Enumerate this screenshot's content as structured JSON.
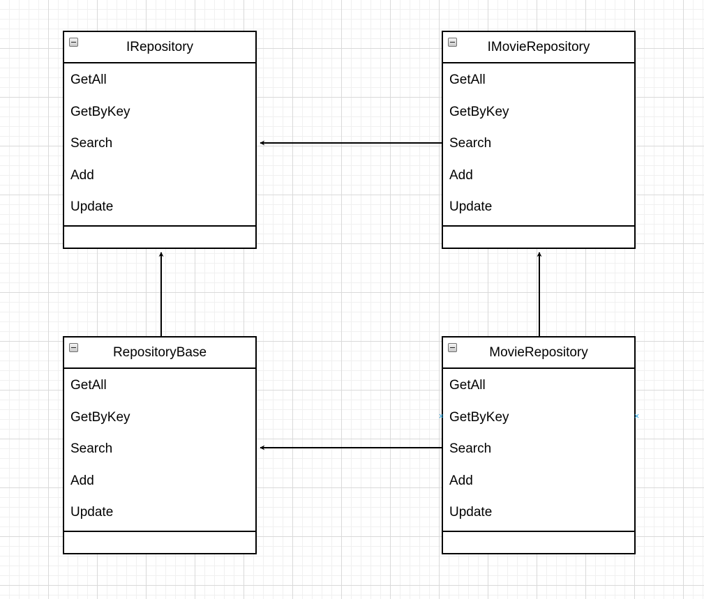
{
  "diagram": {
    "classes": [
      {
        "name": "IRepository",
        "members": [
          "GetAll",
          "GetByKey",
          "Search",
          "Add",
          "Update"
        ]
      },
      {
        "name": "IMovieRepository",
        "members": [
          "GetAll",
          "GetByKey",
          "Search",
          "Add",
          "Update"
        ]
      },
      {
        "name": "RepositoryBase",
        "members": [
          "GetAll",
          "GetByKey",
          "Search",
          "Add",
          "Update"
        ]
      },
      {
        "name": "MovieRepository",
        "members": [
          "GetAll",
          "GetByKey",
          "Search",
          "Add",
          "Update"
        ]
      }
    ],
    "connections": [
      {
        "from": "IMovieRepository",
        "to": "IRepository",
        "arrow": "open-filled"
      },
      {
        "from": "RepositoryBase",
        "to": "IRepository",
        "arrow": "open-filled"
      },
      {
        "from": "MovieRepository",
        "to": "IMovieRepository",
        "arrow": "open-filled"
      },
      {
        "from": "MovieRepository",
        "to": "RepositoryBase",
        "arrow": "open-filled"
      }
    ],
    "selected_member_markers": {
      "class": "MovieRepository",
      "member": "GetByKey",
      "icon": "x-icon",
      "color": "#29a3dd"
    },
    "grid": true,
    "colors": {
      "stroke": "#000000",
      "grid_major": "#d9d9d9",
      "grid_minor": "#f0f0f0",
      "marker": "#29a3dd"
    }
  }
}
